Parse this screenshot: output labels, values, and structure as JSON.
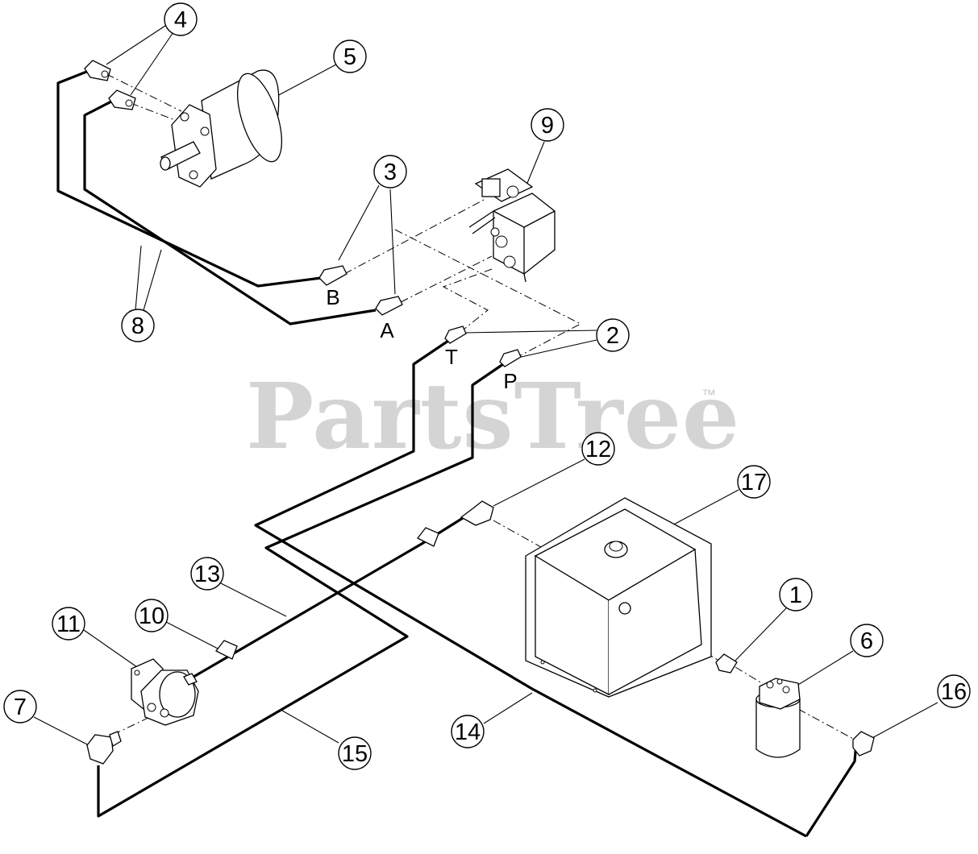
{
  "watermark": {
    "text": "PartsTree",
    "trademark": "™"
  },
  "callouts": [
    {
      "id": "4",
      "label": "4"
    },
    {
      "id": "5",
      "label": "5"
    },
    {
      "id": "9",
      "label": "9"
    },
    {
      "id": "3",
      "label": "3"
    },
    {
      "id": "8",
      "label": "8"
    },
    {
      "id": "2",
      "label": "2"
    },
    {
      "id": "12",
      "label": "12"
    },
    {
      "id": "17",
      "label": "17"
    },
    {
      "id": "13",
      "label": "13"
    },
    {
      "id": "10",
      "label": "10"
    },
    {
      "id": "11",
      "label": "11"
    },
    {
      "id": "1",
      "label": "1"
    },
    {
      "id": "6",
      "label": "6"
    },
    {
      "id": "16",
      "label": "16"
    },
    {
      "id": "7",
      "label": "7"
    },
    {
      "id": "15",
      "label": "15"
    },
    {
      "id": "14",
      "label": "14"
    }
  ],
  "ports": {
    "b": "B",
    "a": "A",
    "t": "T",
    "p": "P"
  }
}
